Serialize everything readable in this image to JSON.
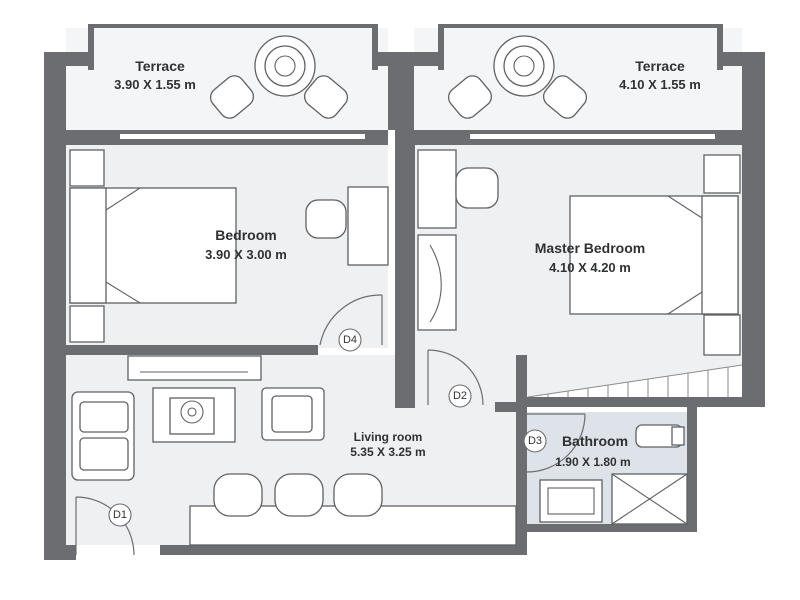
{
  "rooms": {
    "terrace_left": {
      "name": "Terrace",
      "dims": "3.90 X 1.55 m"
    },
    "terrace_right": {
      "name": "Terrace",
      "dims": "4.10 X 1.55 m"
    },
    "bedroom": {
      "name": "Bedroom",
      "dims": "3.90 X 3.00 m"
    },
    "master_bedroom": {
      "name": "Master Bedroom",
      "dims": "4.10 X 4.20 m"
    },
    "living_room": {
      "name": "Living room",
      "dims": "5.35 X 3.25 m"
    },
    "bathroom": {
      "name": "Bathroom",
      "dims": "1.90 X 1.80 m"
    }
  },
  "doors": [
    "D1",
    "D2",
    "D3",
    "D4"
  ],
  "colors": {
    "wall": "#6b6d70",
    "floor": "#eef0f2",
    "bathroom_floor": "#dde3e8",
    "text": "#2f3133"
  }
}
